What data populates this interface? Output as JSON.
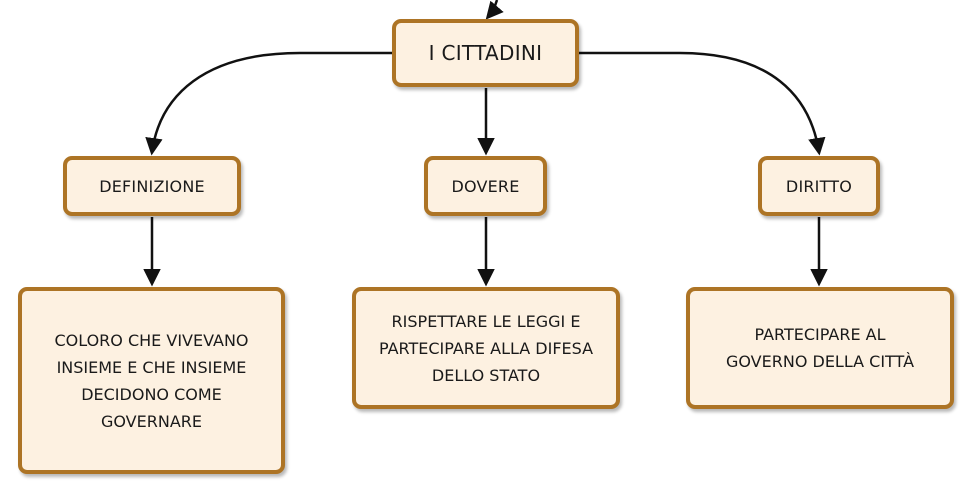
{
  "root": {
    "label": "I CITTADINI"
  },
  "categories": [
    {
      "label": "DEFINIZIONE"
    },
    {
      "label": "DOVERE"
    },
    {
      "label": "DIRITTO"
    }
  ],
  "details": [
    {
      "text": "COLORO CHE VIVEVANO\nINSIEME E CHE INSIEME\nDECIDONO COME\nGOVERNARE"
    },
    {
      "text": "RISPETTARE LE LEGGI E\nPARTECIPARE ALLA DIFESA\nDELLO STATO"
    },
    {
      "text": "PARTECIPARE AL\nGOVERNO DELLA CITTÀ"
    }
  ],
  "colors": {
    "node_fill": "#fdf1e1",
    "node_border": "#ad7425",
    "connector": "#111111"
  }
}
